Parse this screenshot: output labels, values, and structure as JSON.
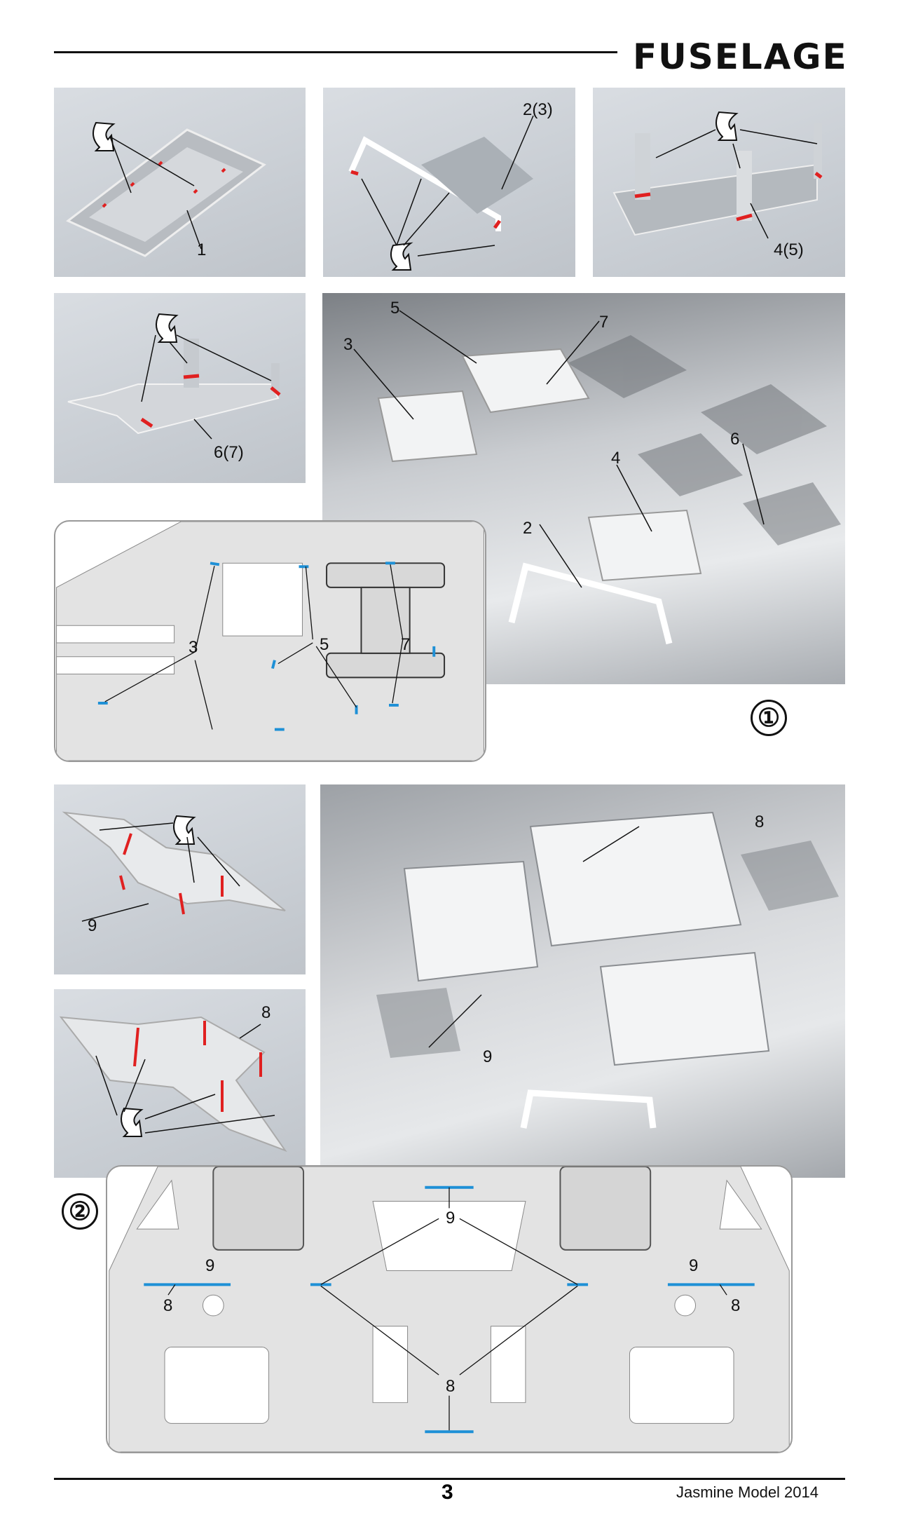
{
  "header": {
    "title": "FUSELAGE"
  },
  "photos": {
    "p1": {
      "labels": [
        "1"
      ]
    },
    "p2": {
      "labels": [
        "2(3)"
      ]
    },
    "p3": {
      "labels": [
        "4(5)"
      ]
    },
    "p4": {
      "labels": [
        "6(7)"
      ]
    },
    "p5": {
      "labels": [
        "5",
        "7",
        "3",
        "4",
        "6",
        "2"
      ]
    },
    "p6": {
      "labels": [
        "9"
      ]
    },
    "p7": {
      "labels": [
        "8"
      ]
    },
    "p8": {
      "labels": [
        "8",
        "9"
      ]
    }
  },
  "diagram1": {
    "labels": [
      "3",
      "5",
      "7"
    ]
  },
  "diagram2": {
    "labels": [
      "9",
      "8",
      "9",
      "9",
      "8",
      "8",
      "8"
    ]
  },
  "steps": [
    "①",
    "②"
  ],
  "footer": {
    "page": "3",
    "brand": "Jasmine Model 2014"
  },
  "colors": {
    "glue_marks": "#e02020",
    "fold_marks": "#1e90d6"
  }
}
